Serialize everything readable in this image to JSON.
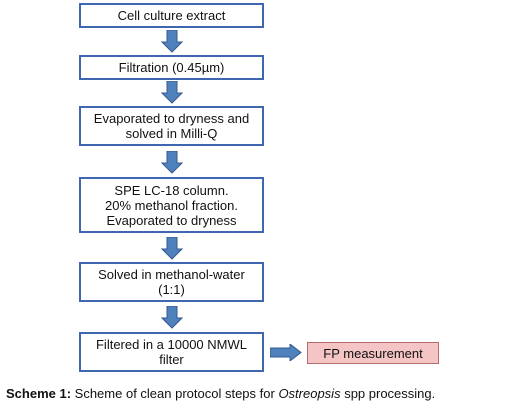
{
  "flowchart": {
    "steps": [
      "Cell culture extract",
      "Filtration (0.45µm)",
      "Evaporated to dryness and\nsolved in Milli-Q",
      "SPE LC-18 column.\n20% methanol fraction.\nEvaporated to dryness",
      "Solved in methanol-water\n(1:1)",
      "Filtered in a 10000 NMWL\nfilter"
    ],
    "side_step": "FP measurement"
  },
  "colors": {
    "box_border": "#3f67b1",
    "arrow_fill": "#4f81bd",
    "arrow_stroke": "#36598f",
    "fp_fill": "#f5c4c4",
    "fp_border": "#b86b6b"
  },
  "caption": {
    "label": "Scheme 1:",
    "text_before": " Scheme of clean protocol steps for ",
    "italic": "Ostreopsis",
    "text_after": " spp processing."
  }
}
